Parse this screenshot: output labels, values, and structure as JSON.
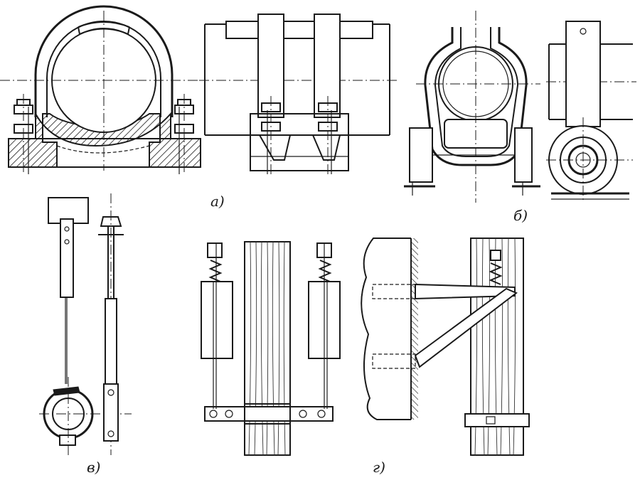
{
  "figure": {
    "labels": {
      "a": "а)",
      "b": "б)",
      "v": "в)",
      "g": "г)"
    }
  }
}
